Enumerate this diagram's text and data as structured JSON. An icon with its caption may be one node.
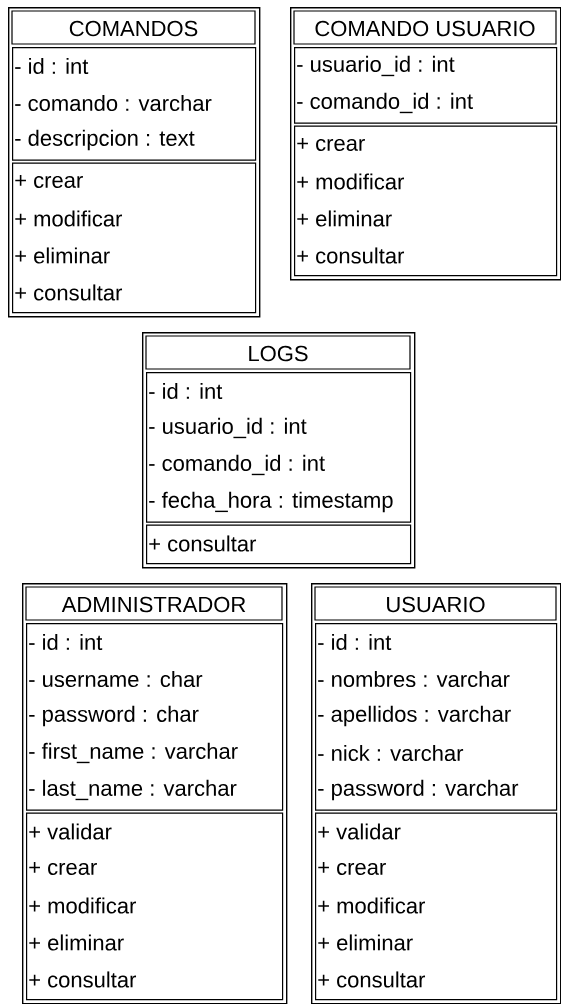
{
  "diagram": {
    "nodes": [
      {
        "text": [
          "COMANDOS"
        ]
      },
      {
        "text": [
          "- id : int",
          "- comando : varchar",
          "- descripcion : text"
        ],
        "in": 0
      },
      {
        "text": [
          "+ crear",
          "+ modificar",
          "+ eliminar",
          "+ consultar"
        ],
        "in": 0
      },
      {
        "text": [
          "COMANDO USUARIO"
        ]
      },
      {
        "text": [
          "- usuario_id : int",
          "- comando_id : int"
        ],
        "in": 3
      },
      {
        "text": [
          "+ crear",
          "+ modificar",
          "+ eliminar",
          "+ consultar"
        ],
        "in": 3
      },
      {
        "text": [
          "LOGS"
        ]
      },
      {
        "text": [
          "- id : int",
          "- usuario_id : int",
          "- comando_id : int",
          "- fecha_hora : timestamp"
        ],
        "in": 6
      },
      {
        "text": [
          "+ consultar"
        ],
        "in": 6
      },
      {
        "text": [
          "ADMINISTRADOR"
        ]
      },
      {
        "text": [
          "- id : int",
          "- username : char",
          "- password : char",
          "- first_name : varchar",
          "- last_name : varchar"
        ],
        "in": 9
      },
      {
        "text": [
          "+ validar",
          "+ crear",
          "+ modificar",
          "+ eliminar",
          "+ consultar"
        ],
        "in": 9
      },
      {
        "text": [
          "USUARIO"
        ]
      },
      {
        "text": [
          "- id : int",
          "- nombres : varchar",
          "- apellidos : varchar",
          "- nick : varchar",
          "- password : varchar"
        ],
        "in": 12
      },
      {
        "text": [
          "+ validar",
          "+ crear",
          "+ modificar",
          "+ eliminar",
          "+ consultar"
        ],
        "in": 12
      }
    ]
  }
}
